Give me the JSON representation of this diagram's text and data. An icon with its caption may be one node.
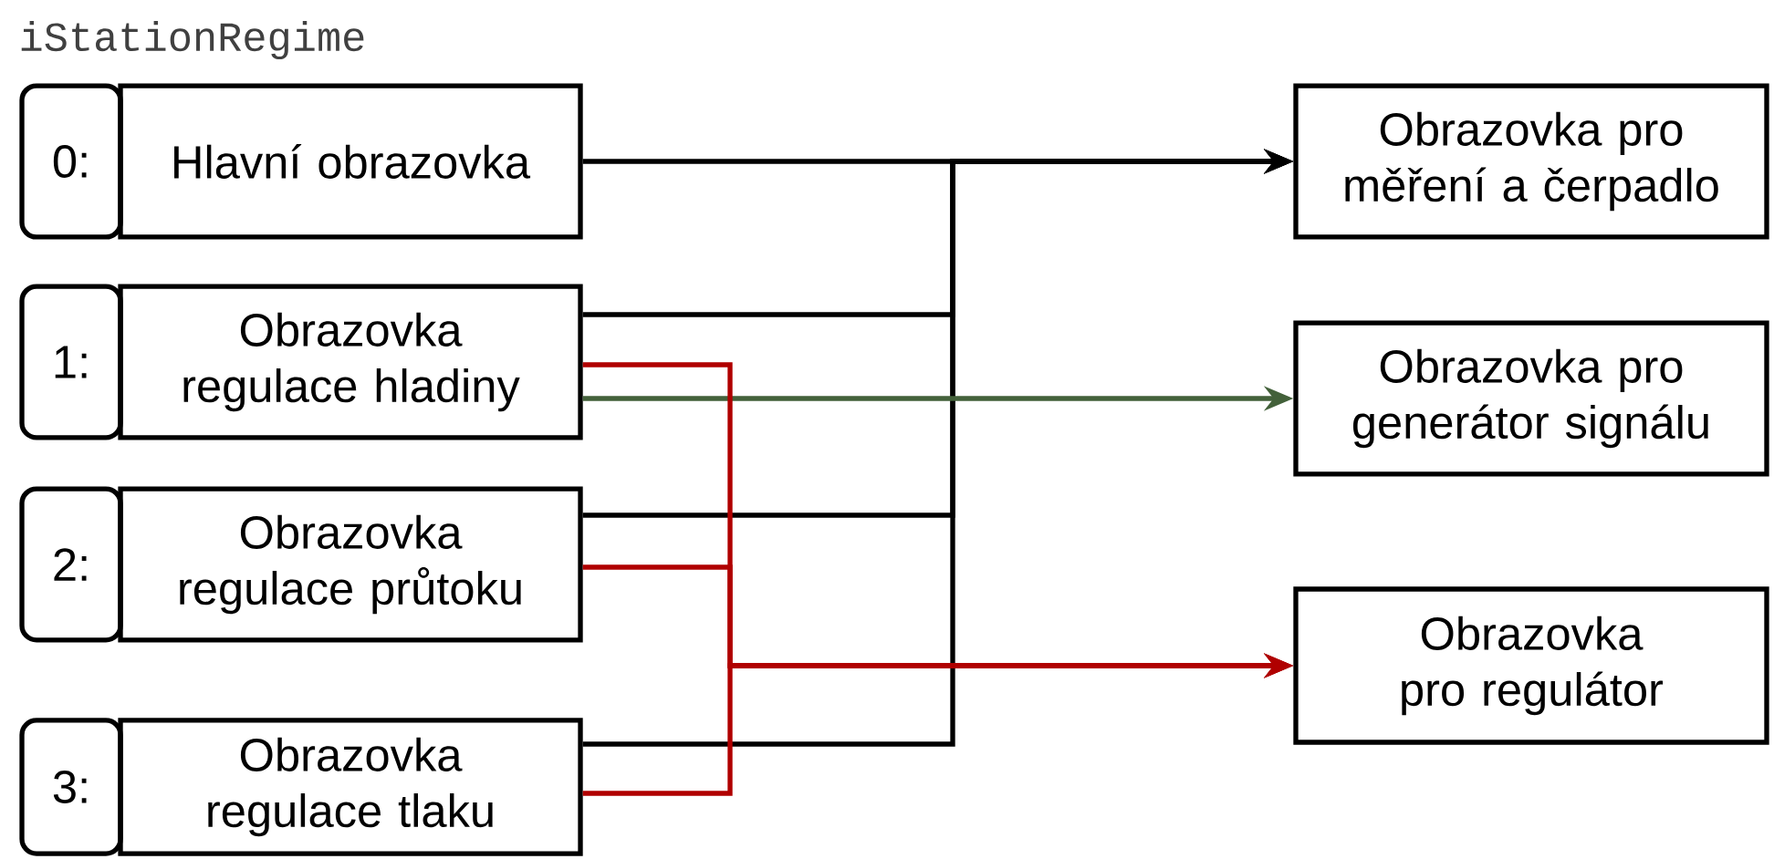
{
  "diagram": {
    "title": "iStationRegime",
    "nodes": [
      {
        "text": [
          "0:"
        ]
      },
      {
        "text": [
          "Hlavní obrazovka"
        ]
      },
      {
        "text": [
          "1:"
        ]
      },
      {
        "text": [
          "Obrazovka regulace hladiny"
        ]
      },
      {
        "text": [
          "2:"
        ]
      },
      {
        "text": [
          "Obrazovka regulace průtoku"
        ]
      },
      {
        "text": [
          "3:"
        ]
      },
      {
        "text": [
          "Obrazovka regulace tlaku"
        ]
      },
      {
        "text": [
          "Obrazovka pro měření a čerpadlo"
        ]
      },
      {
        "text": [
          "Obrazovka pro generátor signálu"
        ]
      },
      {
        "text": [
          "Obrazovka pro regulátor"
        ]
      }
    ],
    "edges": [
      {
        "from": 1,
        "to": 8,
        "arrow": "to"
      },
      {
        "from": 3,
        "to": 8,
        "arrow": "to"
      },
      {
        "from": 5,
        "to": 8,
        "arrow": "to"
      },
      {
        "from": 7,
        "to": 8,
        "arrow": "to"
      },
      {
        "from": 3,
        "to": 9,
        "arrow": "to",
        "color": "#43613a"
      },
      {
        "from": 3,
        "to": 10,
        "arrow": "to",
        "color": "#b00000"
      },
      {
        "from": 5,
        "to": 10,
        "arrow": "to",
        "color": "#b00000"
      },
      {
        "from": 7,
        "to": 10,
        "arrow": "to",
        "color": "#b00000"
      }
    ]
  }
}
